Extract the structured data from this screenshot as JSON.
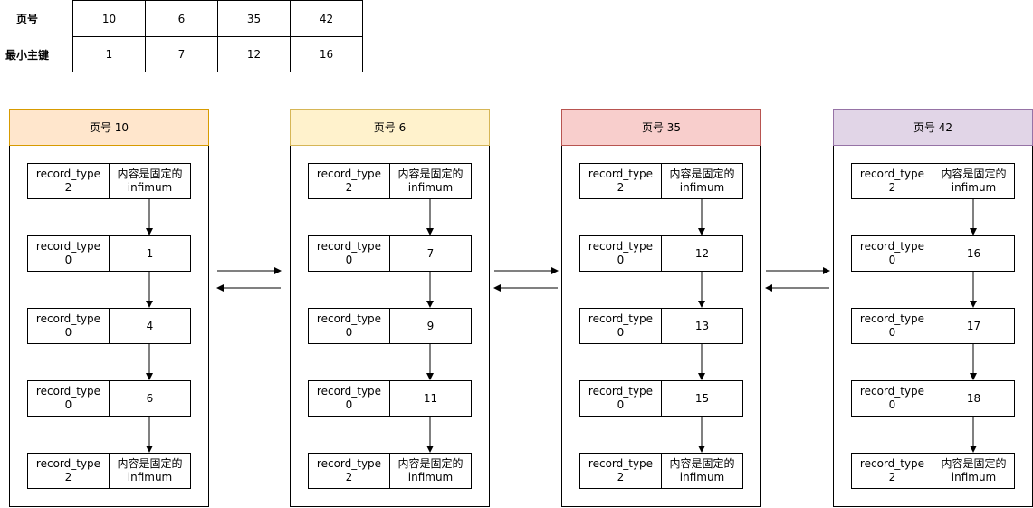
{
  "table": {
    "row_labels": [
      "页号",
      "最小主键"
    ],
    "page_numbers": [
      "10",
      "6",
      "35",
      "42"
    ],
    "min_keys": [
      "1",
      "7",
      "12",
      "16"
    ]
  },
  "record_type_label": "record_type",
  "pages": [
    {
      "title": "页号 10",
      "header_fill": "#ffe6cc",
      "header_border": "#d79b00",
      "records": [
        {
          "type": "2",
          "value": [
            "内容是固定的",
            "infimum"
          ]
        },
        {
          "type": "0",
          "value": [
            "1"
          ]
        },
        {
          "type": "0",
          "value": [
            "4"
          ]
        },
        {
          "type": "0",
          "value": [
            "6"
          ]
        },
        {
          "type": "2",
          "value": [
            "内容是固定的",
            "infimum"
          ]
        }
      ]
    },
    {
      "title": "页号 6",
      "header_fill": "#fff2cc",
      "header_border": "#d6b656",
      "records": [
        {
          "type": "2",
          "value": [
            "内容是固定的",
            "infimum"
          ]
        },
        {
          "type": "0",
          "value": [
            "7"
          ]
        },
        {
          "type": "0",
          "value": [
            "9"
          ]
        },
        {
          "type": "0",
          "value": [
            "11"
          ]
        },
        {
          "type": "2",
          "value": [
            "内容是固定的",
            "infimum"
          ]
        }
      ]
    },
    {
      "title": "页号 35",
      "header_fill": "#f8cecc",
      "header_border": "#b85450",
      "records": [
        {
          "type": "2",
          "value": [
            "内容是固定的",
            "infimum"
          ]
        },
        {
          "type": "0",
          "value": [
            "12"
          ]
        },
        {
          "type": "0",
          "value": [
            "13"
          ]
        },
        {
          "type": "0",
          "value": [
            "15"
          ]
        },
        {
          "type": "2",
          "value": [
            "内容是固定的",
            "infimum"
          ]
        }
      ]
    },
    {
      "title": "页号 42",
      "header_fill": "#e1d5e7",
      "header_border": "#9673a6",
      "records": [
        {
          "type": "2",
          "value": [
            "内容是固定的",
            "infimum"
          ]
        },
        {
          "type": "0",
          "value": [
            "16"
          ]
        },
        {
          "type": "0",
          "value": [
            "17"
          ]
        },
        {
          "type": "0",
          "value": [
            "18"
          ]
        },
        {
          "type": "2",
          "value": [
            "内容是固定的",
            "infimum"
          ]
        }
      ]
    }
  ]
}
